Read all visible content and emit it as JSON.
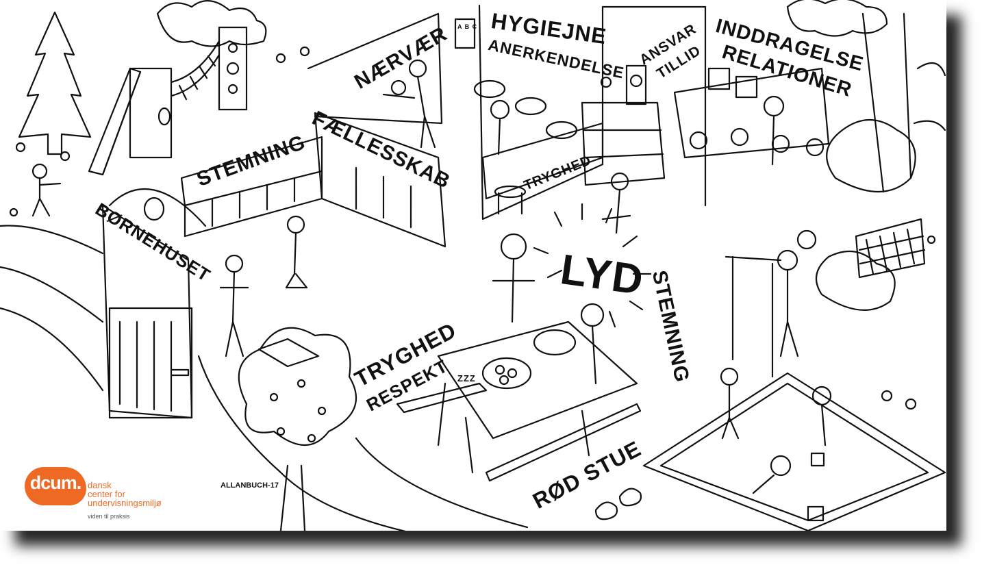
{
  "labels": {
    "naervaer": "NÆRVÆR",
    "hygiejne": "HYGIEJNE",
    "anerkendelse": "ANERKENDELSE",
    "ansvar": "ANSVAR",
    "tillid": "TILLID",
    "inddragelse": "INDDRAGELSE",
    "relationer": "RELATIONER",
    "stemning_top": "STEMNING",
    "faellesskab": "FÆLLESSKAB",
    "bornehuset": "BØRNEHUSET",
    "tryghed_room": "TRYGHED",
    "lyd": "LYD",
    "stemning_right": "STEMNING",
    "tryghed": "TRYGHED",
    "respekt": "RESPEKT",
    "rod_stue": "RØD STUE",
    "abc": "A B C",
    "signature": "ALLANBUCH-17",
    "zzz": "ZZZ"
  },
  "logo": {
    "mark": "dcum.",
    "line1": "dansk",
    "line2": "center for",
    "line3": "undervisningsmiljø",
    "tagline": "viden til praksis",
    "color": "#ee6a24"
  }
}
